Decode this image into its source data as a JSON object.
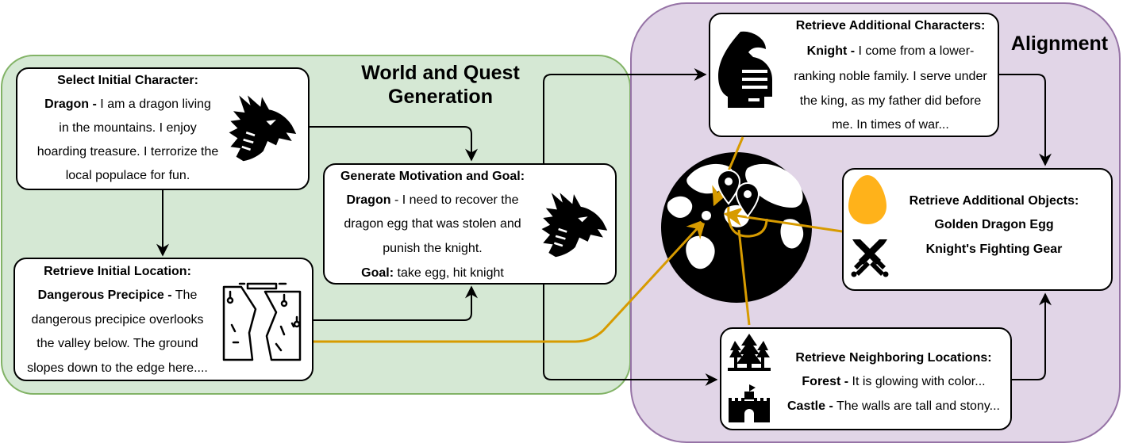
{
  "colors": {
    "world_panel_fill": "#d5e8d4",
    "world_panel_stroke": "#82b366",
    "alignment_panel_fill": "#e1d5e7",
    "alignment_panel_stroke": "#9673a6",
    "gold_connector": "#d79b00",
    "egg": "#ffb21a"
  },
  "panels": {
    "world": {
      "title_line1": "World and Quest",
      "title_line2": "Generation"
    },
    "alignment": {
      "title": "Alignment"
    }
  },
  "boxes": {
    "initial_character": {
      "title": "Select Initial Character:",
      "name": "Dragon",
      "dash": "-",
      "lines": [
        "I am a dragon living",
        "in the mountains. I enjoy",
        "hoarding treasure. I terrorize the",
        "local populace for fun."
      ],
      "icon": "dragon-head-icon"
    },
    "initial_location": {
      "title": "Retrieve Initial Location:",
      "name": "Dangerous Precipice",
      "dash": "-",
      "lines": [
        "The",
        "dangerous precipice overlooks",
        "the valley below.  The ground",
        "slopes down to the edge here...."
      ],
      "icon": "cliff-icon"
    },
    "motivation": {
      "title": "Generate Motivation and Goal:",
      "name": "Dragon",
      "lines": [
        "- I need to recover the",
        "dragon egg that was stolen and",
        "punish the knight."
      ],
      "goal_label": "Goal:",
      "goal_text": "take egg, hit knight",
      "icon": "dragon-head-icon"
    },
    "characters": {
      "title": "Retrieve Additional Characters:",
      "name": "Knight",
      "dash": "-",
      "lines": [
        "I come from a lower-",
        "ranking noble family. I serve under",
        "the king, as my father did before",
        "me. In times of war..."
      ],
      "icon": "knight-helmet-icon"
    },
    "objects": {
      "title": "Retrieve Additional Objects:",
      "items": [
        "Golden Dragon Egg",
        "Knight's Fighting Gear"
      ],
      "icons": [
        "egg-icon",
        "crossed-swords-icon"
      ]
    },
    "neighbors": {
      "title": "Retrieve Neighboring Locations:",
      "forest_name": "Forest -",
      "forest_text": "It is glowing with color...",
      "castle_name": "Castle -",
      "castle_text": "The walls are tall and stony...",
      "icons": [
        "forest-icon",
        "castle-icon"
      ]
    }
  },
  "center": {
    "icon": "globe-icon",
    "pins": [
      "map-pin-icon",
      "map-pin-icon"
    ]
  }
}
